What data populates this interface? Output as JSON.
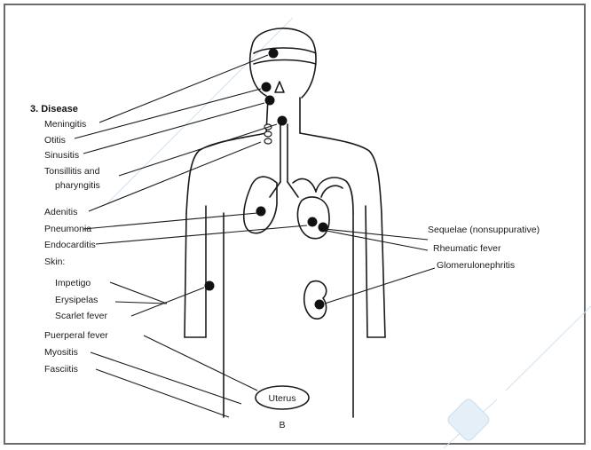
{
  "title": "3. Disease",
  "left_labels": {
    "meningitis": "Meningitis",
    "otitis": "Otitis",
    "sinusitis": "Sinusitis",
    "tonsillitis_1": "Tonsillitis and",
    "tonsillitis_2": "pharyngitis",
    "adenitis": "Adenitis",
    "pneumonia": "Pneumonia",
    "endocarditis": "Endocarditis",
    "skin": "Skin:",
    "impetigo": "Impetigo",
    "erysipelas": "Erysipelas",
    "scarlet_fever": "Scarlet fever",
    "puerperal_fever": "Puerperal fever",
    "myositis": "Myositis",
    "fasciitis": "Fasciitis"
  },
  "right_labels": {
    "sequelae": "Sequelae (nonsuppurative)",
    "rheumatic_fever": "Rheumatic fever",
    "glomerulonephritis": "Glomerulonephritis"
  },
  "organs": {
    "uterus": "Uterus"
  },
  "footer": {
    "figure_mark": "B"
  },
  "colors": {
    "ink": "#1a1a1a",
    "frame": "#6b6b6b",
    "watermark": "#cfe3f2"
  }
}
